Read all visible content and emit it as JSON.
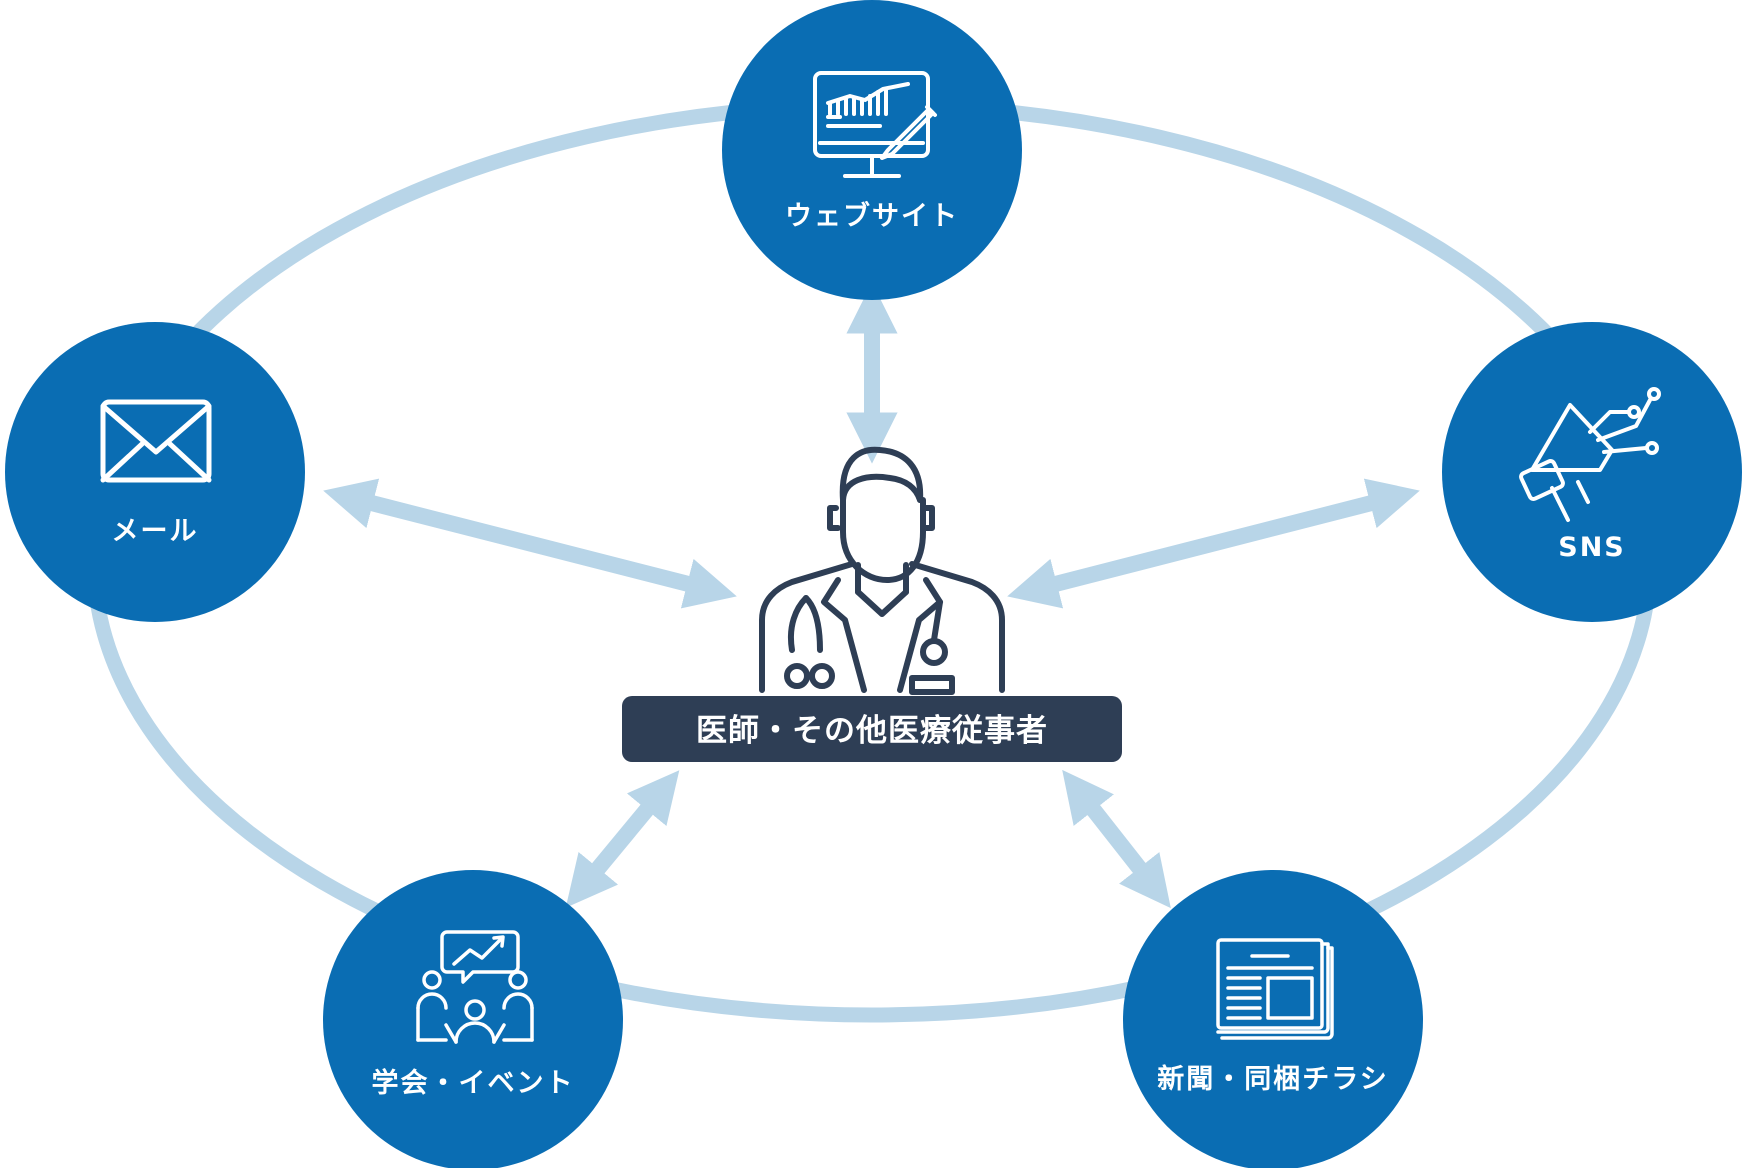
{
  "center": {
    "label": "医師・その他医療従事者"
  },
  "nodes": [
    {
      "id": "website",
      "label": "ウェブサイト",
      "icon": "monitor-chart-icon"
    },
    {
      "id": "mail",
      "label": "メール",
      "icon": "envelope-icon"
    },
    {
      "id": "sns",
      "label": "SNS",
      "icon": "megaphone-icon"
    },
    {
      "id": "event",
      "label": "学会・イベント",
      "icon": "meeting-icon"
    },
    {
      "id": "newspaper",
      "label": "新聞・同梱チラシ",
      "icon": "newspaper-icon"
    }
  ],
  "colors": {
    "node_fill": "#0a6db3",
    "ring": "#b8d5e8",
    "arrow": "#b8d5e8",
    "center_box": "#2e3e55",
    "doctor_line": "#2e3e55"
  }
}
